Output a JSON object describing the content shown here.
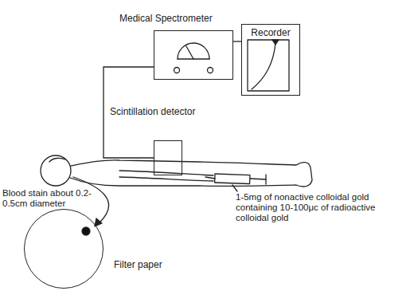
{
  "diagram": {
    "nodes": [
      {
        "text": [
          "Medical Spectrometer"
        ]
      },
      {
        "text": [
          "Recorder"
        ]
      },
      {
        "text": [
          "Scintillation detector"
        ]
      },
      {
        "text": [
          "Filter paper"
        ]
      }
    ],
    "edges": [
      {
        "from": 0,
        "to": 1,
        "arrow": "none"
      },
      {
        "from": 2,
        "to": 0,
        "arrow": "none"
      }
    ],
    "labels": [
      "Blood stain about 0.2-0.5cm diameter",
      "1-5mg of nonactive colloidal gold containing 10-100μc of radioactive colloidal gold"
    ]
  }
}
